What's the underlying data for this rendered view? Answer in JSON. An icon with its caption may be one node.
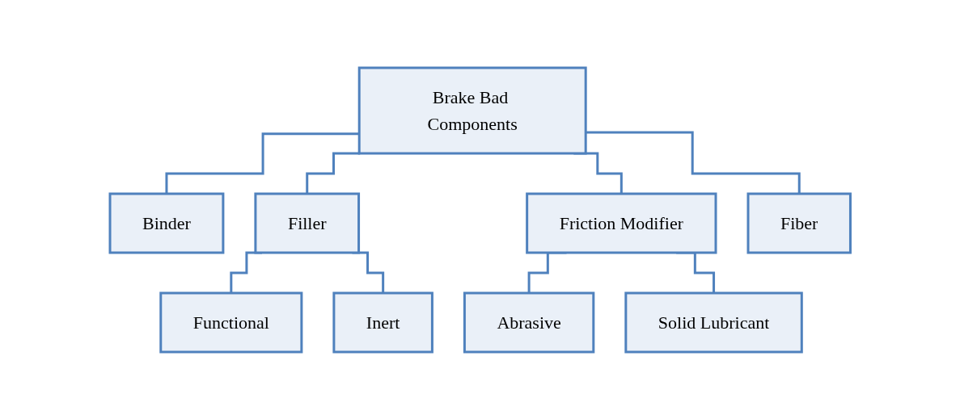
{
  "diagram": {
    "nodes": [
      {
        "text": [
          "Brake Bad Components"
        ]
      },
      {
        "text": [
          "Binder"
        ]
      },
      {
        "text": [
          "Filler"
        ]
      },
      {
        "text": [
          "Friction Modifier"
        ]
      },
      {
        "text": [
          "Fiber"
        ]
      },
      {
        "text": [
          "Functional"
        ]
      },
      {
        "text": [
          "Inert"
        ]
      },
      {
        "text": [
          "Abrasive"
        ]
      },
      {
        "text": [
          "Solid Lubricant"
        ]
      }
    ],
    "edges": [
      {
        "from": 0,
        "to": 1,
        "arrow": "none"
      },
      {
        "from": 0,
        "to": 2,
        "arrow": "none"
      },
      {
        "from": 0,
        "to": 3,
        "arrow": "none"
      },
      {
        "from": 0,
        "to": 4,
        "arrow": "none"
      },
      {
        "from": 2,
        "to": 5,
        "arrow": "none"
      },
      {
        "from": 2,
        "to": 6,
        "arrow": "none"
      },
      {
        "from": 3,
        "to": 7,
        "arrow": "none"
      },
      {
        "from": 3,
        "to": 8,
        "arrow": "none"
      }
    ]
  }
}
